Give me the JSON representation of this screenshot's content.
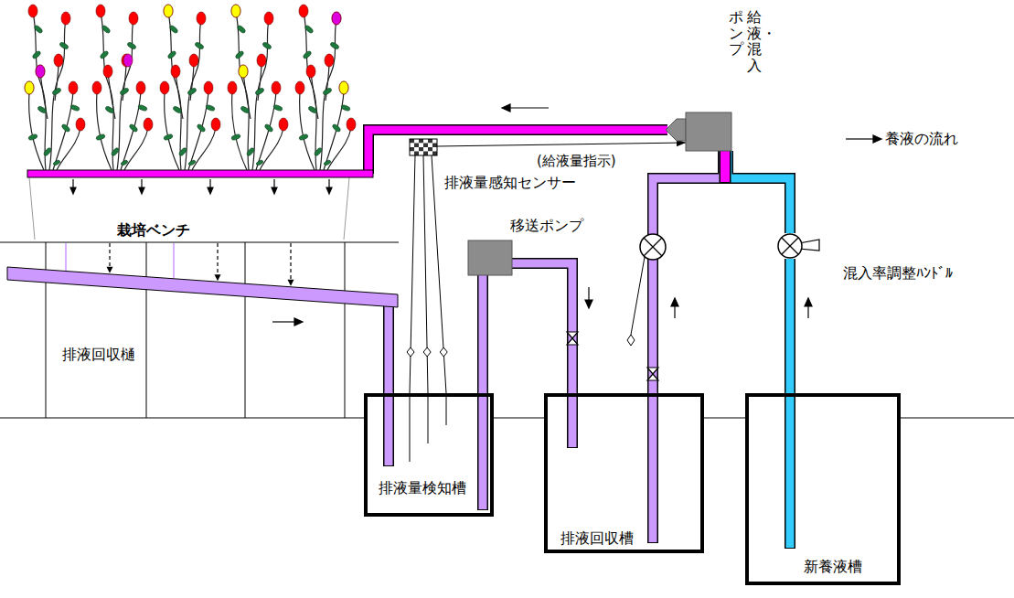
{
  "diagram": {
    "nodes": [
      {
        "text": [
          "栽培ベンチ"
        ]
      },
      {
        "text": [
          "給液・混入",
          "ポンプ"
        ]
      },
      {
        "text": [
          "排液量感知センサー"
        ]
      },
      {
        "text": [
          "排液回収樋"
        ]
      },
      {
        "text": [
          "移送ポンプ"
        ]
      },
      {
        "text": [
          "混入率調整ﾊﾝﾄﾞﾙ"
        ]
      },
      {
        "text": [
          "排液量検知槽"
        ]
      },
      {
        "text": [
          "排液回収槽"
        ]
      },
      {
        "text": [
          "新養液槽"
        ]
      }
    ],
    "edges": [
      {
        "from": 0,
        "to": 3,
        "arrow": "to"
      },
      {
        "from": 3,
        "to": 6,
        "arrow": "none"
      },
      {
        "from": 6,
        "to": 4,
        "arrow": "none"
      },
      {
        "from": 4,
        "to": 7,
        "arrow": "none"
      },
      {
        "from": 7,
        "to": 1,
        "arrow": "none"
      },
      {
        "from": 8,
        "to": 5,
        "arrow": "none"
      },
      {
        "from": 5,
        "to": 1,
        "arrow": "none"
      },
      {
        "from": 1,
        "to": 0,
        "arrow": "none"
      },
      {
        "from": 2,
        "to": 1,
        "label": "(給液量指示)",
        "arrow": "to"
      },
      {
        "from": 2,
        "to": 6,
        "arrow": "none"
      }
    ],
    "legend": [
      {
        "text": "養液の流れ"
      }
    ]
  }
}
